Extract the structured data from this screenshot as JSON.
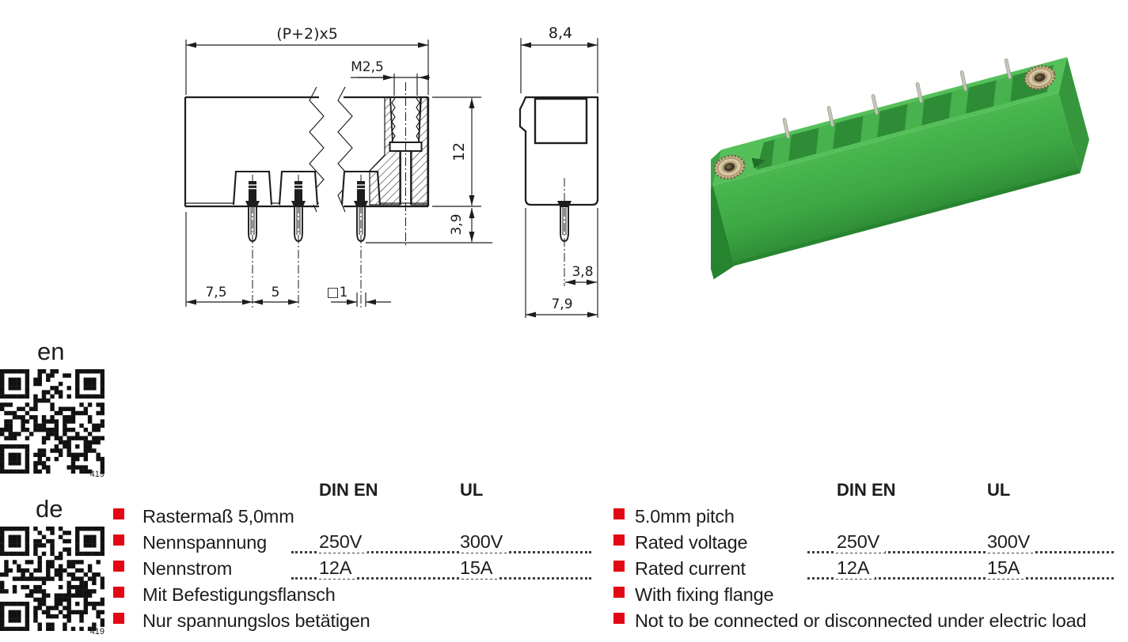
{
  "drawing": {
    "front": {
      "overall_width": "(P+2)x5",
      "thread": "M2,5",
      "height": "12",
      "pin_length_below": "3,9",
      "edge_to_first_pin": "7,5",
      "pitch": "5",
      "pin_cross_section": "□1"
    },
    "side": {
      "overall_width": "8,4",
      "pin_to_edge": "3,8",
      "base_width": "7,9"
    }
  },
  "qr_codes": [
    {
      "language_label": "en",
      "footnote": "419"
    },
    {
      "language_label": "de",
      "footnote": "419"
    }
  ],
  "specs": {
    "de": {
      "headers": {
        "din": "DIN EN",
        "ul": "UL"
      },
      "items": [
        {
          "label": "Rastermaß 5,0mm"
        },
        {
          "label": "Nennspannung",
          "din": "250V",
          "ul": "300V"
        },
        {
          "label": "Nennstrom",
          "din": "12A",
          "ul": "15A"
        },
        {
          "label": "Mit Befestigungsflansch"
        },
        {
          "label": "Nur spannungslos betätigen"
        }
      ]
    },
    "en": {
      "headers": {
        "din": "DIN EN",
        "ul": "UL"
      },
      "items": [
        {
          "label": "5.0mm pitch"
        },
        {
          "label": "Rated voltage",
          "din": "250V",
          "ul": "300V"
        },
        {
          "label": "Rated current",
          "din": "12A",
          "ul": "15A"
        },
        {
          "label": "With fixing flange"
        },
        {
          "label": "Not to be connected or disconnected under electric load"
        }
      ]
    }
  },
  "colors": {
    "accent_red": "#e30613",
    "line": "#1d1d1b",
    "connector_green": "#3fa845",
    "qr_black": "#111111"
  }
}
